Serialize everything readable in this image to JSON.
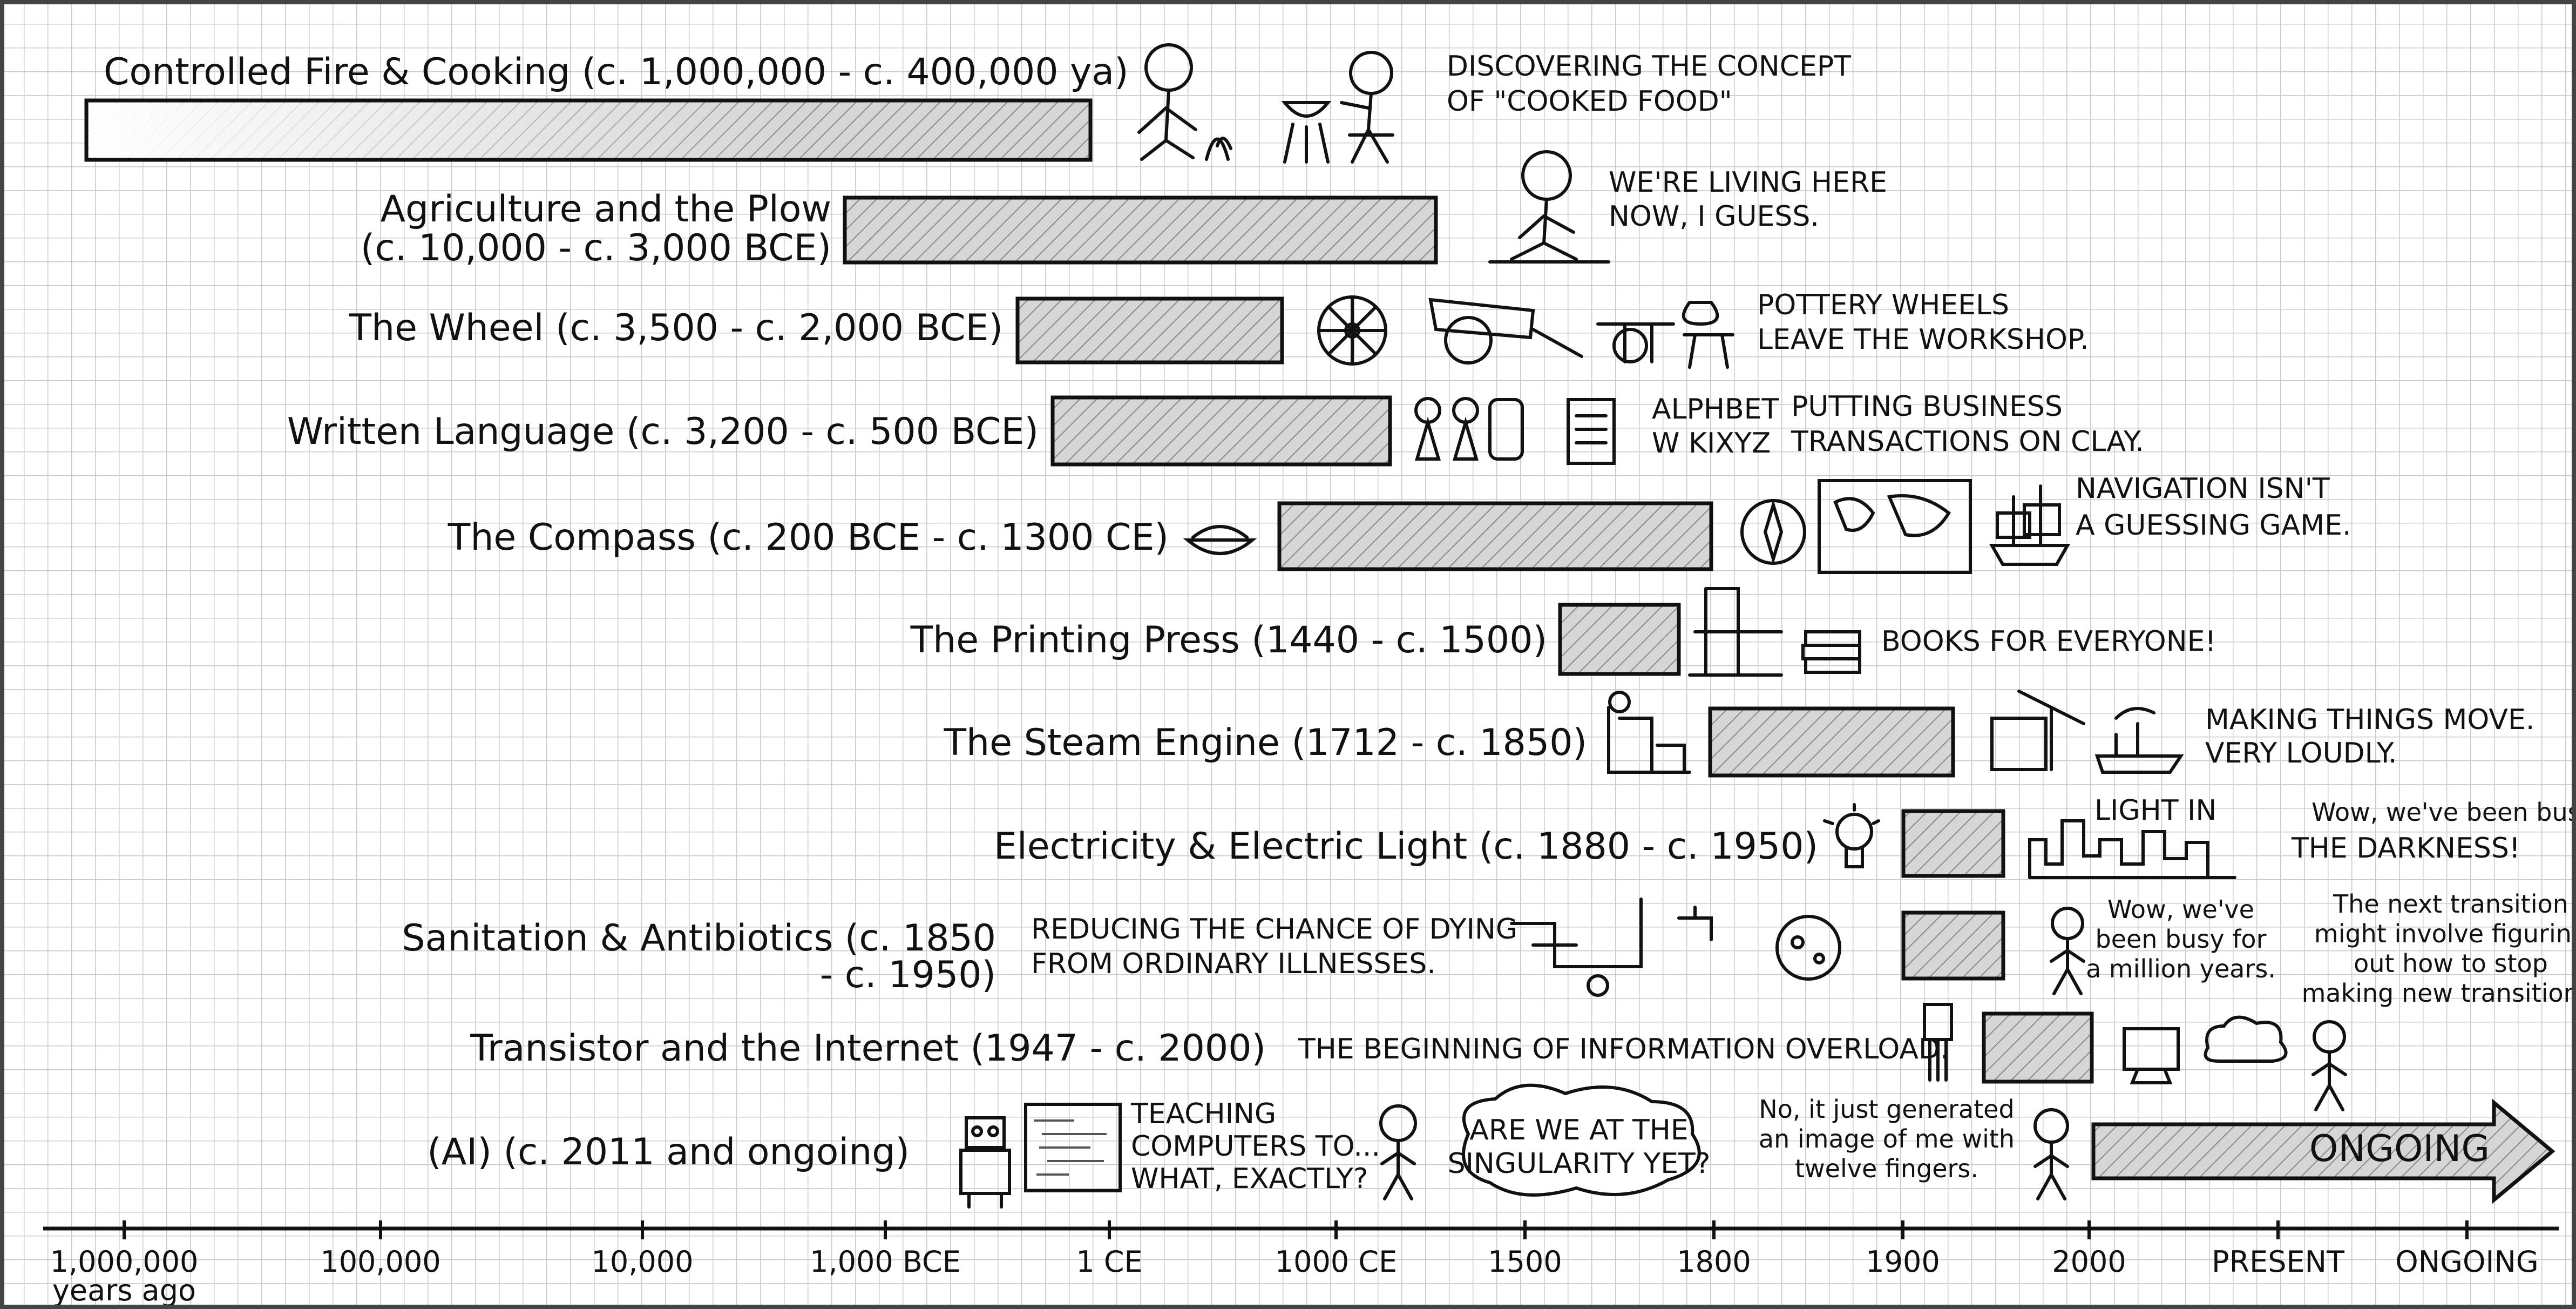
{
  "events": [
    {
      "label": "Controlled Fire & Cooking (c. 1,000,000 - c. 400,000 ya)",
      "note": [
        "DISCOVERING THE CONCEPT",
        "OF \"COOKED FOOD\""
      ]
    },
    {
      "label": [
        "Agriculture and the Plow",
        "(c. 10,000 - c. 3,000 BCE)"
      ],
      "note": [
        "WE'RE LIVING HERE",
        "NOW, I GUESS."
      ]
    },
    {
      "label": "The Wheel (c. 3,500 - c. 2,000 BCE)",
      "note": [
        "POTTERY WHEELS",
        "LEAVE THE WORKSHOP."
      ]
    },
    {
      "label": "Written Language (c. 3,200 - c. 500 BCE)",
      "note": [
        "PUTTING BUSINESS",
        "TRANSACTIONS ON CLAY."
      ],
      "tablet_text": [
        "ALPHBET",
        "W KIXYZ"
      ]
    },
    {
      "label": "The Compass (c. 200 BCE - c. 1300 CE)",
      "note": [
        "NAVIGATION ISN'T",
        "A GUESSING GAME."
      ]
    },
    {
      "label": "The Printing Press (1440 - c. 1500)",
      "note": [
        "BOOKS FOR EVERYONE!"
      ]
    },
    {
      "label": "The Steam Engine (1712 - c. 1850)",
      "note": [
        "MAKING THINGS MOVE.",
        "VERY LOUDLY."
      ]
    },
    {
      "label": "Electricity & Electric Light (c. 1880 - c. 1950)",
      "note": [
        "LIGHT IN",
        "THE DARKNESS!"
      ]
    },
    {
      "label": [
        "Sanitation & Antibiotics (c. 1850",
        "- c. 1950)"
      ],
      "note": [
        "REDUCING THE CHANCE OF DYING",
        "FROM ORDINARY ILLNESSES."
      ]
    },
    {
      "label": "Transistor and the Internet (1947 - c. 2000)",
      "note": [
        "THE BEGINNING OF INFORMATION OVERLOAD."
      ]
    },
    {
      "label": "(AI) (c. 2011 and ongoing)",
      "note": [
        "TEACHING",
        "COMPUTERS TO...",
        "WHAT, EXACTLY?"
      ],
      "bar_label": "ONGOING"
    }
  ],
  "bubbles": {
    "singularity": [
      "ARE WE AT THE",
      "SINGULARITY YET?"
    ],
    "fingers": [
      "No, it just generated",
      "an image of me with",
      "twelve fingers."
    ],
    "busy_million": [
      "Wow, we've",
      "been busy for",
      "a million years."
    ],
    "busy_short": "Wow, we've been busy",
    "next_transition": [
      "The next transition",
      "might involve figuring",
      "out how to stop",
      "making new transitions."
    ]
  },
  "axis": {
    "ticks": [
      "1,000,000",
      "100,000",
      "10,000",
      "1,000 BCE",
      "1 CE",
      "1000 CE",
      "1500",
      "1800",
      "1900",
      "2000",
      "PRESENT",
      "ONGOING"
    ],
    "sublabel": "years ago"
  },
  "colors": {
    "ink": "#111111",
    "grid": "#c9c9c9",
    "bar_fill": "#cfcfcf",
    "hatch": "#8a8a8a"
  }
}
